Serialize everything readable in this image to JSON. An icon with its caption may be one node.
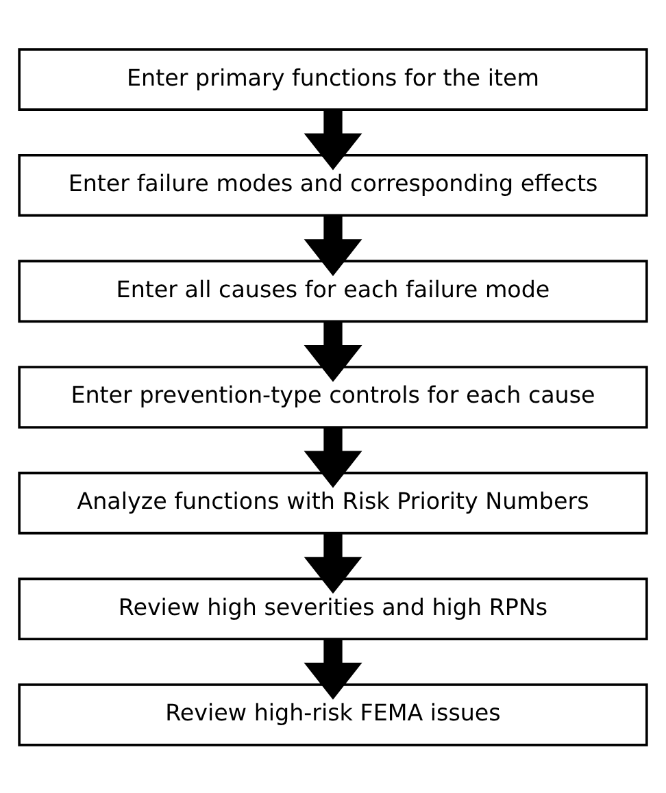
{
  "diagram": {
    "nodes": [
      {
        "text": [
          "Enter primary functions for the item"
        ]
      },
      {
        "text": [
          "Enter failure modes and corresponding effects"
        ]
      },
      {
        "text": [
          "Enter all causes for each failure mode"
        ]
      },
      {
        "text": [
          "Enter prevention-type controls for each cause"
        ]
      },
      {
        "text": [
          "Analyze functions with Risk Priority Numbers"
        ]
      },
      {
        "text": [
          "Review high severities and high RPNs"
        ]
      },
      {
        "text": [
          "Review high-risk FEMA issues"
        ]
      }
    ],
    "edges": [
      {
        "from": 0,
        "to": 1,
        "arrow": "to"
      },
      {
        "from": 1,
        "to": 2,
        "arrow": "to"
      },
      {
        "from": 2,
        "to": 3,
        "arrow": "to"
      },
      {
        "from": 3,
        "to": 4,
        "arrow": "to"
      },
      {
        "from": 4,
        "to": 5,
        "arrow": "to"
      },
      {
        "from": 5,
        "to": 6,
        "arrow": "to"
      }
    ]
  }
}
